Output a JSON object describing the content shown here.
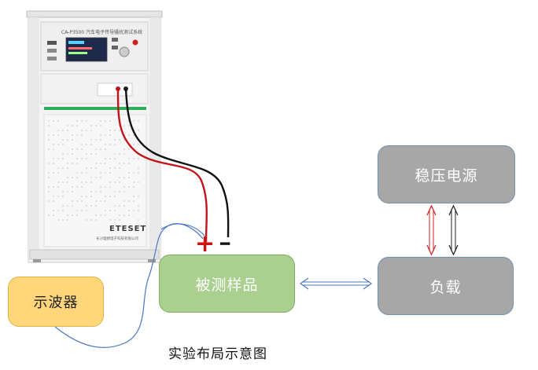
{
  "nodes": {
    "power_supply": "稳压电源",
    "load": "负载",
    "dut": "被测样品",
    "oscilloscope": "示波器"
  },
  "terminals": {
    "positive": "+",
    "negative": "━"
  },
  "caption": "实验布局示意图",
  "cabinet": {
    "title": "CA-P3500 汽车电子传导骚扰测试系统",
    "brand": "ETESET",
    "company": "长沙理想电子科技有限公司"
  },
  "colors": {
    "power_supply": "#a7a7a7",
    "load": "#a7a7a7",
    "dut": "#a9d08e",
    "oscilloscope": "#ffd67a",
    "positive_lead": "#c0151b",
    "negative_lead": "#111111",
    "signal_arrow": "#4a78c2"
  }
}
